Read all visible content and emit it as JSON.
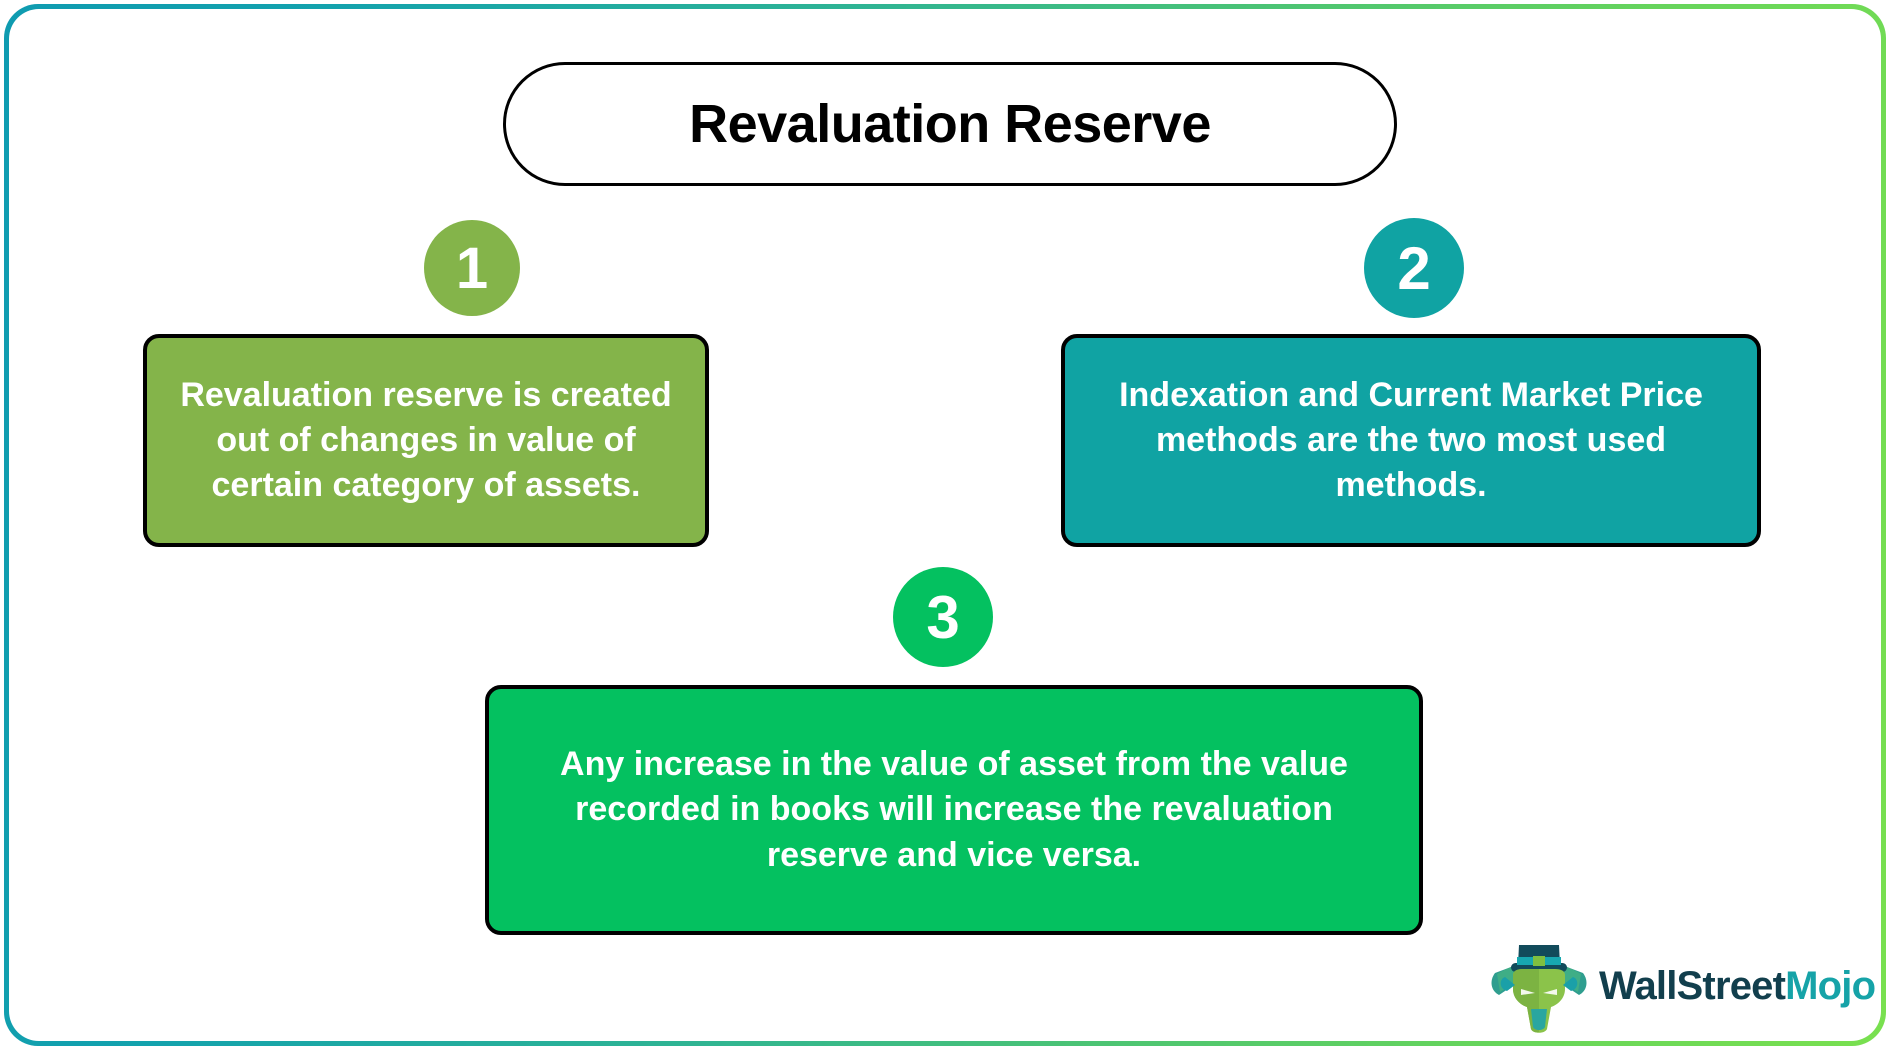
{
  "infographic": {
    "title": "Revaluation Reserve",
    "frame": {
      "gradient_start": "#0f9bb0",
      "gradient_end": "#79e04f"
    },
    "points": [
      {
        "number": "1",
        "badge_color": "#84b44a",
        "box_color": "#84b44a",
        "text": "Revaluation reserve is created out of changes in value of certain category of assets."
      },
      {
        "number": "2",
        "badge_color": "#10a3a3",
        "box_color": "#10a3a3",
        "text": "Indexation and Current Market Price methods are the two most used methods."
      },
      {
        "number": "3",
        "badge_color": "#04c160",
        "box_color": "#04c160",
        "text": "Any increase in the value of asset from the value recorded in books will increase the revaluation reserve and vice versa."
      }
    ],
    "logo": {
      "icon": "bull-mascot-icon",
      "word_primary": "WallStreet",
      "word_secondary": "Mojo",
      "color_primary": "#123f4d",
      "color_secondary": "#16a3a8"
    }
  }
}
